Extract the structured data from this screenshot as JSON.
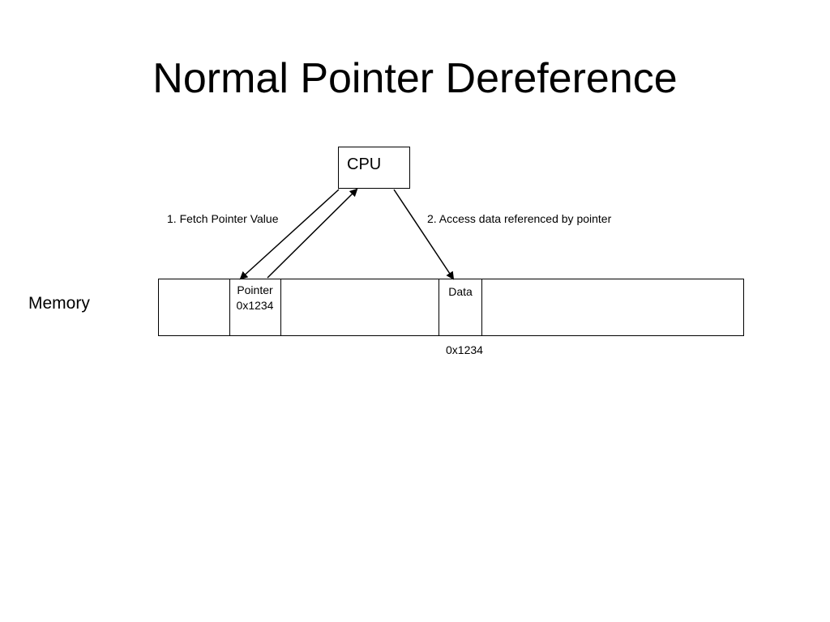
{
  "slide": {
    "title": "Normal Pointer Dereference"
  },
  "diagram": {
    "cpu_label": "CPU",
    "step1_label": "1. Fetch Pointer Value",
    "step2_label": "2. Access data referenced by pointer",
    "memory_label": "Memory",
    "pointer_cell": {
      "name": "Pointer",
      "value": "0x1234"
    },
    "data_cell": {
      "name": "Data",
      "address": "0x1234"
    },
    "line_color": "#000000"
  }
}
